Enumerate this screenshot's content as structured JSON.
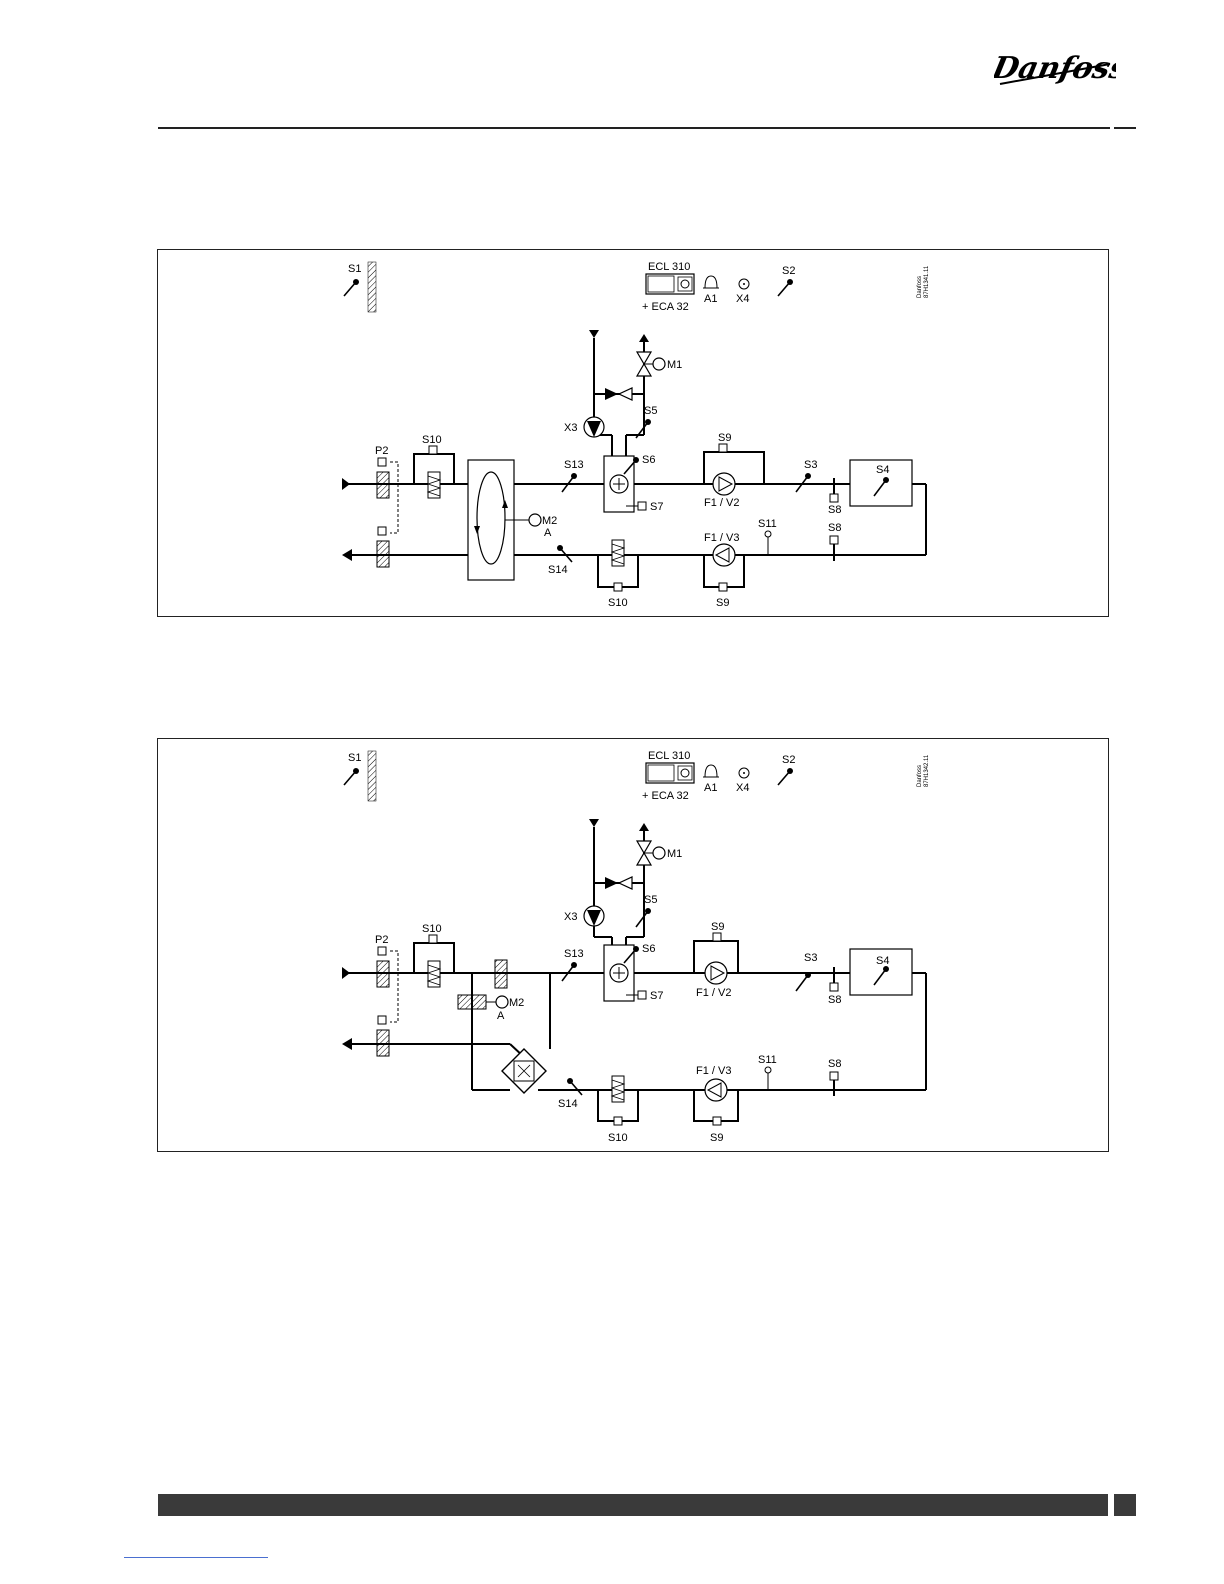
{
  "brand": {
    "logo_text": "Danfoss"
  },
  "diagrams": [
    {
      "id": "diagram-1",
      "drawing_code": [
        "Danfoss",
        "87H1341.11"
      ],
      "labels": {
        "s1": "S1",
        "s2": "S2",
        "ecl": "ECL 310",
        "eca": "+ ECA 32",
        "a1": "A1",
        "x4": "X4",
        "m1": "M1",
        "x3": "X3",
        "s5": "S5",
        "s6": "S6",
        "s7": "S7",
        "s9_top": "S9",
        "s9_bot": "S9",
        "p2": "P2",
        "s10_top": "S10",
        "s10_bot": "S10",
        "s13": "S13",
        "s3": "S3",
        "s4": "S4",
        "f1v2": "F1 / V2",
        "f1v3": "F1 / V3",
        "s8_top": "S8",
        "s8_bot": "S8",
        "s11": "S11",
        "m2": "M2",
        "a": "A",
        "s14": "S14"
      }
    },
    {
      "id": "diagram-2",
      "drawing_code": [
        "Danfoss",
        "87H1342.11"
      ],
      "labels": {
        "s1": "S1",
        "s2": "S2",
        "ecl": "ECL 310",
        "eca": "+ ECA 32",
        "a1": "A1",
        "x4": "X4",
        "m1": "M1",
        "x3": "X3",
        "s5": "S5",
        "s6": "S6",
        "s7": "S7",
        "s9_top": "S9",
        "s9_bot": "S9",
        "p2": "P2",
        "s10_top": "S10",
        "s10_bot": "S10",
        "s13": "S13",
        "s3": "S3",
        "s4": "S4",
        "f1v2": "F1 / V2",
        "f1v3": "F1 / V3",
        "s8_top": "S8",
        "s8_bot": "S8",
        "s11": "S11",
        "m2": "M2",
        "a": "A",
        "s14": "S14"
      }
    }
  ]
}
